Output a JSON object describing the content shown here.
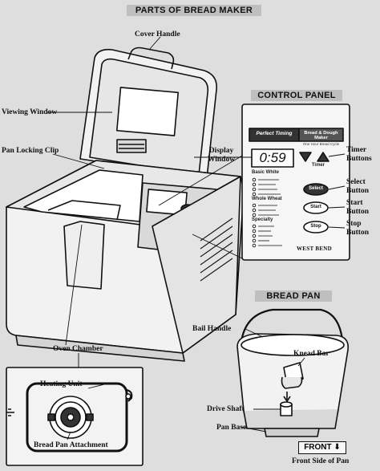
{
  "titles": {
    "main": "PARTS OF BREAD MAKER",
    "control_panel": "CONTROL PANEL",
    "bread_pan": "BREAD PAN"
  },
  "labels": {
    "cover_handle": "Cover Handle",
    "viewing_window": "Viewing Window",
    "pan_locking_clip": "Pan Locking Clip",
    "display_window_1": "Display",
    "display_window_2": "Window",
    "timer_buttons_1": "Timer",
    "timer_buttons_2": "Buttons",
    "select_button_1": "Select",
    "select_button_2": "Button",
    "start_button_1": "Start",
    "start_button_2": "Button",
    "stop_button_1": "Stop",
    "stop_button_2": "Button",
    "oven_chamber": "Oven Chamber",
    "heating_unit": "Heating Unit",
    "bread_pan_attachment": "Bread Pan Attachment",
    "bail_handle": "Bail Handle",
    "knead_bar": "Knead Bar",
    "drive_shaft": "Drive Shaft",
    "pan_base": "Pan Base",
    "front_side_of_pan": "Front Side of Pan"
  },
  "control_panel": {
    "brand_left": "Perfect Timing",
    "brand_right": "Bread & Dough Maker",
    "brand_sub": "One Hour Bread Cycle",
    "display_time": "0:59",
    "timer_label": "Timer",
    "group_basic": "Basic White",
    "group_wheat": "Whole Wheat",
    "group_specialty": "Specialty",
    "select_btn": "Select",
    "start_btn": "Start",
    "stop_btn": "Stop",
    "maker": "WEST BEND"
  },
  "front_box": "FRONT"
}
